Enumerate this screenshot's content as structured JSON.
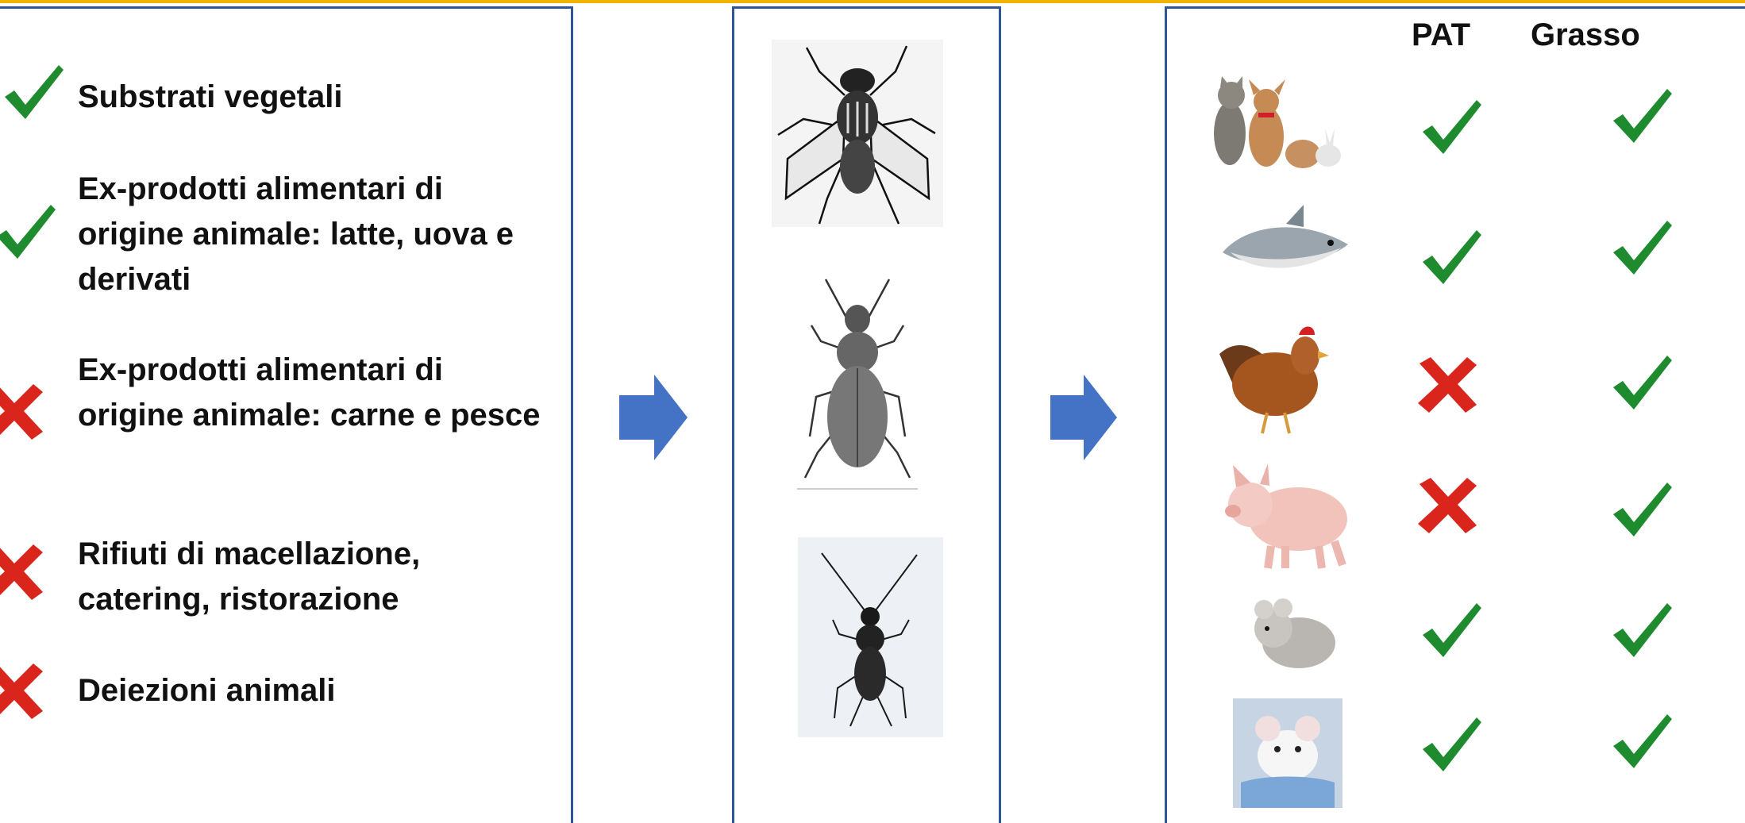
{
  "colors": {
    "panel_border": "#2f5597",
    "top_line": "#f0b400",
    "arrow": "#4472c4",
    "check": "#1e8c2e",
    "cross": "#d9251c"
  },
  "substrates": [
    {
      "label": "Substrati vegetali",
      "allowed": true,
      "icon": "check-icon"
    },
    {
      "label": "Ex-prodotti alimentari di origine animale: latte, uova e derivati",
      "allowed": true,
      "icon": "check-icon"
    },
    {
      "label": "Ex-prodotti alimentari di origine animale: carne e pesce",
      "allowed": false,
      "icon": "cross-icon"
    },
    {
      "label": "Rifiuti di macellazione, catering, ristorazione",
      "allowed": false,
      "icon": "cross-icon"
    },
    {
      "label": "Deiezioni animali",
      "allowed": false,
      "icon": "cross-icon"
    }
  ],
  "insects": [
    "fly-icon",
    "beetle-icon",
    "cricket-icon"
  ],
  "table": {
    "headers": [
      "PAT",
      "Grasso"
    ],
    "rows": [
      {
        "animal": "pets-icon",
        "pat": true,
        "grasso": true
      },
      {
        "animal": "fish-icon",
        "pat": true,
        "grasso": true
      },
      {
        "animal": "chicken-icon",
        "pat": false,
        "grasso": true
      },
      {
        "animal": "pig-icon",
        "pat": false,
        "grasso": true
      },
      {
        "animal": "chinchilla-icon",
        "pat": true,
        "grasso": true
      },
      {
        "animal": "mouse-icon",
        "pat": true,
        "grasso": true
      }
    ]
  }
}
